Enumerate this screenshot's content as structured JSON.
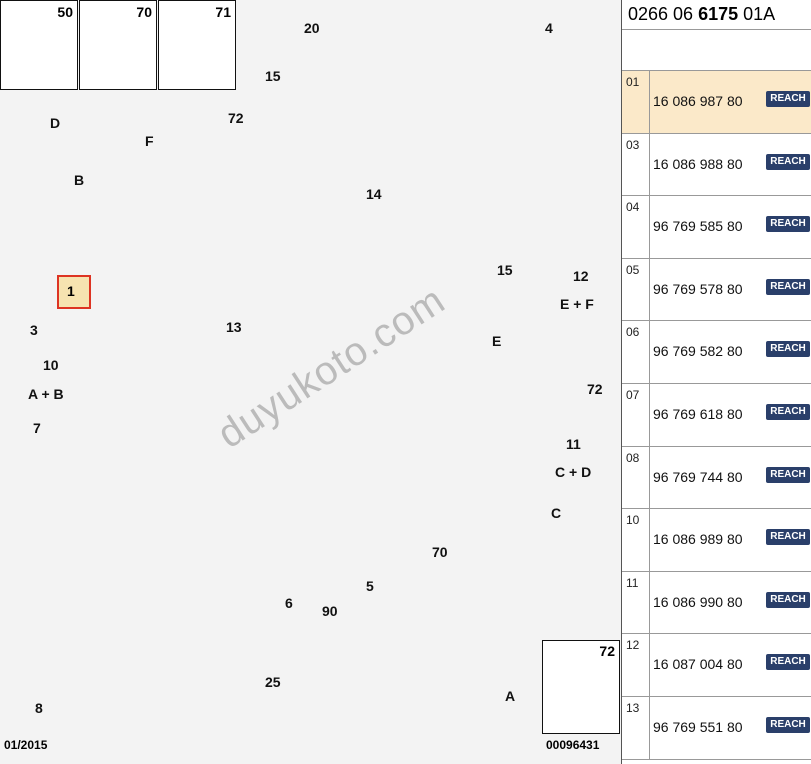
{
  "diagram": {
    "top_box_labels": [
      "50",
      "70",
      "71"
    ],
    "labels": [
      "20",
      "4",
      "15",
      "72",
      "D",
      "F",
      "B",
      "14",
      "15",
      "12",
      "E + F",
      "13",
      "E",
      "3",
      "10",
      "A + B",
      "72",
      "7",
      "11",
      "C + D",
      "C",
      "70",
      "5",
      "6",
      "90",
      "72",
      "25",
      "8",
      "A"
    ],
    "highlight_label": "1",
    "watermark": "duyukoto.com",
    "date": "01/2015",
    "ref_code": "00096431",
    "inset_label": "72"
  },
  "parts_list": {
    "reference_pre": "0266 06 ",
    "reference_bold": "6175",
    "reference_post": " 01A",
    "reach_label": "REACH",
    "rows": [
      {
        "idx": "01",
        "pn": "16 086 987 80",
        "selected": true
      },
      {
        "idx": "03",
        "pn": "16 086 988 80"
      },
      {
        "idx": "04",
        "pn": "96 769 585 80"
      },
      {
        "idx": "05",
        "pn": "96 769 578 80"
      },
      {
        "idx": "06",
        "pn": "96 769 582 80"
      },
      {
        "idx": "07",
        "pn": "96 769 618 80"
      },
      {
        "idx": "08",
        "pn": "96 769 744 80"
      },
      {
        "idx": "10",
        "pn": "16 086 989 80"
      },
      {
        "idx": "11",
        "pn": "16 086 990 80"
      },
      {
        "idx": "12",
        "pn": "16 087 004 80"
      },
      {
        "idx": "13",
        "pn": "96 769 551 80"
      }
    ]
  }
}
